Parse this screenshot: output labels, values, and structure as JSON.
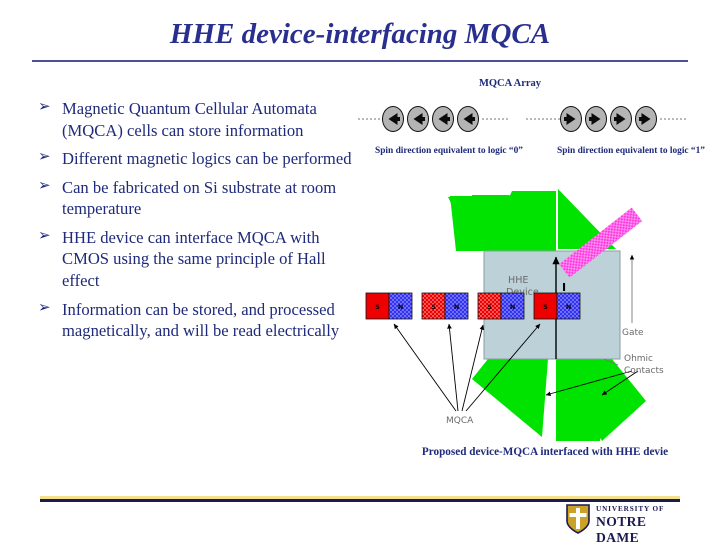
{
  "slide": {
    "title": "HHE device-interfacing MQCA",
    "title_color": "#292f8f",
    "rule_color": "#4b4f99"
  },
  "bullets": {
    "marker": "➢",
    "items": [
      "Magnetic Quantum Cellular Automata (MQCA) cells can store information",
      "Different magnetic logics can be performed",
      "Can be fabricated on Si substrate at room temperature",
      "HHE device can interface MQCA with CMOS using the same principle of Hall effect",
      "Information can be stored, and processed magnetically, and will be read electrically"
    ]
  },
  "mqca_array": {
    "heading": "MQCA Array",
    "cell_count_per_group": 4,
    "groups": [
      {
        "direction": "left",
        "caption": "Spin direction equivalent to logic “0”"
      },
      {
        "direction": "right",
        "caption": "Spin direction equivalent to logic “1”"
      }
    ]
  },
  "device_diagram": {
    "caption": "Proposed device-MQCA interfaced with HHE devie",
    "device_label": "HHE Device",
    "device_label_line1": "HHE",
    "device_label_line2": "Device",
    "current_label": "I",
    "gate_label": "Gate",
    "ohmic_label_line1": "Ohmic",
    "ohmic_label_line2": "Contacts",
    "mqca_label": "MQCA",
    "colors": {
      "contact_green": "#00e300",
      "gate_magenta": "#ff3ce0",
      "device_fill": "#bcd2d8",
      "cell_south": "#ee0000",
      "cell_north": "#3333ee",
      "leader": "#555555"
    },
    "cells": [
      {
        "south": "S",
        "north": "N"
      },
      {
        "south": "S",
        "north": "N"
      },
      {
        "south": "S",
        "north": "N"
      },
      {
        "south": "S",
        "north": "N"
      }
    ]
  },
  "footer": {
    "university_line": "UNIVERSITY OF",
    "name_line": "NOTRE DAME",
    "gold": "#f5e08c",
    "navy": "#1b1b4f"
  }
}
